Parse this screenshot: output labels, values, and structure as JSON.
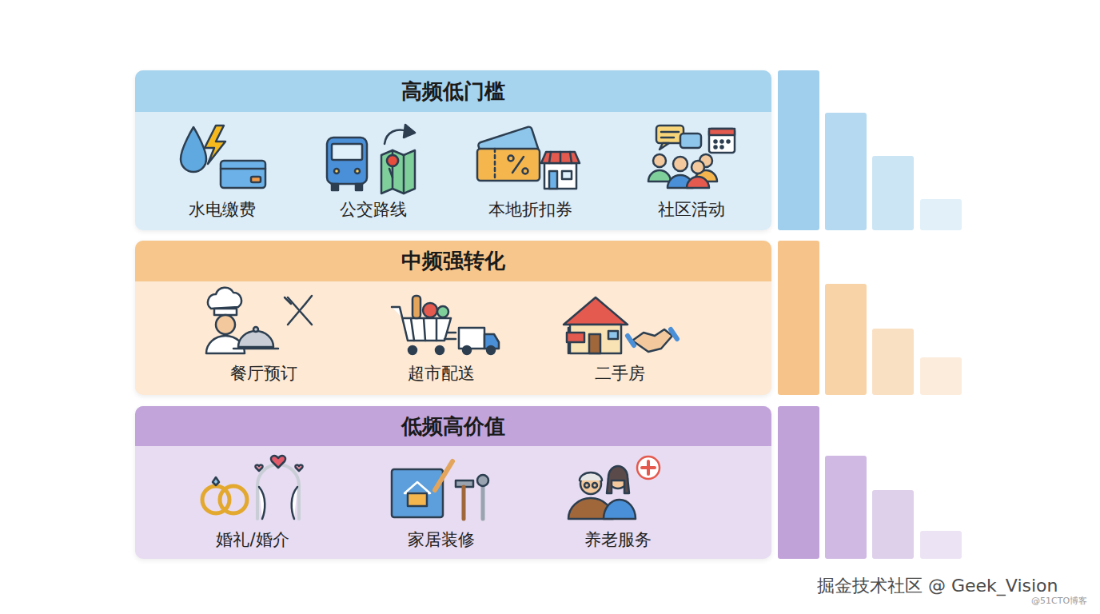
{
  "diagram": {
    "nodes": [
      {
        "text": [
          "高频低门槛",
          "水电缴费",
          "公交路线",
          "本地折扣券",
          "社区活动"
        ]
      },
      {
        "text": [
          "中频强转化",
          "餐厅预订",
          "超市配送",
          "二手房"
        ]
      },
      {
        "text": [
          "低频高价值",
          "婚礼/婚介",
          "家居装修",
          "养老服务"
        ]
      }
    ],
    "labels": [
      "掘金技术社区 @ Geek_Vision",
      "@51CTO博客"
    ]
  }
}
